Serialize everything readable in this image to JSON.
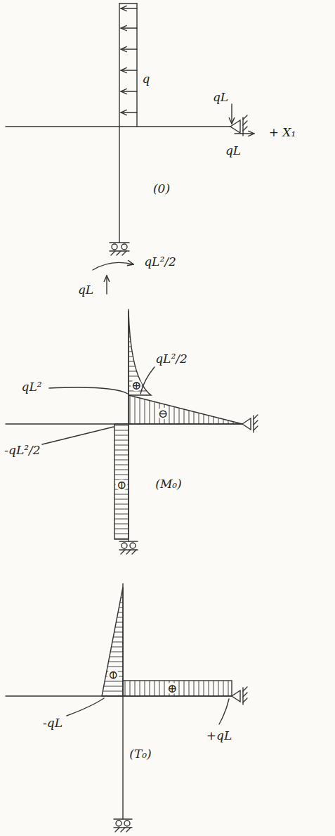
{
  "diagram": {
    "labels": [
      "q",
      "qL",
      "qL",
      "+ X₁",
      "(0)",
      "qL²/2",
      "qL",
      "qL²",
      "qL²/2",
      "⊕",
      "⊖",
      "-qL²/2",
      "⊖",
      "(M₀)",
      "⊖",
      "-qL",
      "⊕",
      "+qL",
      "(T₀)"
    ]
  }
}
